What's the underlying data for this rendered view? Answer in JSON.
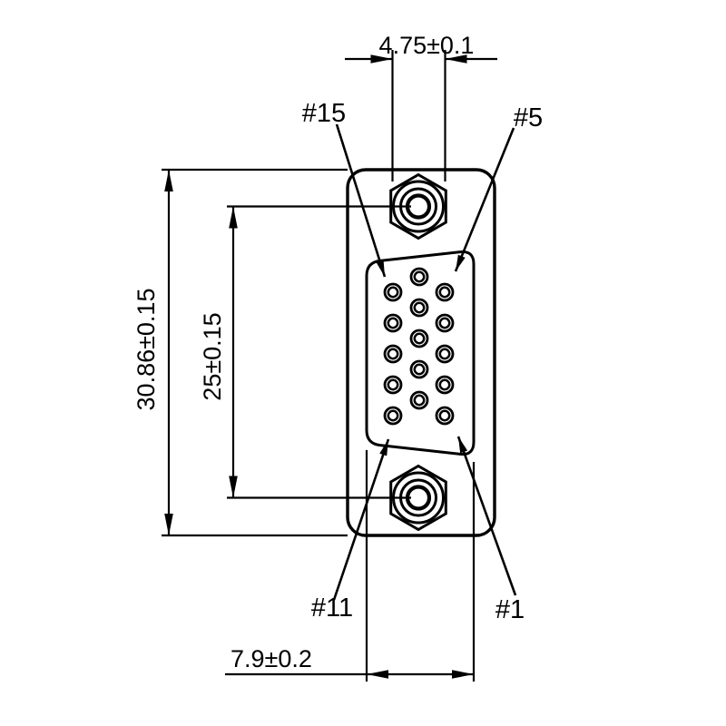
{
  "drawing": {
    "dimension_labels": {
      "top": "4.75±0.1",
      "left_outer": "30.86±0.15",
      "left_inner": "25±0.15",
      "bottom": "7.9±0.2"
    },
    "pin_labels": {
      "top_left": "#15",
      "top_right": "#5",
      "bottom_left": "#11",
      "bottom_right": "#1"
    },
    "pin_count": 15,
    "colors": {
      "line": "#000000",
      "background": "#ffffff"
    }
  }
}
